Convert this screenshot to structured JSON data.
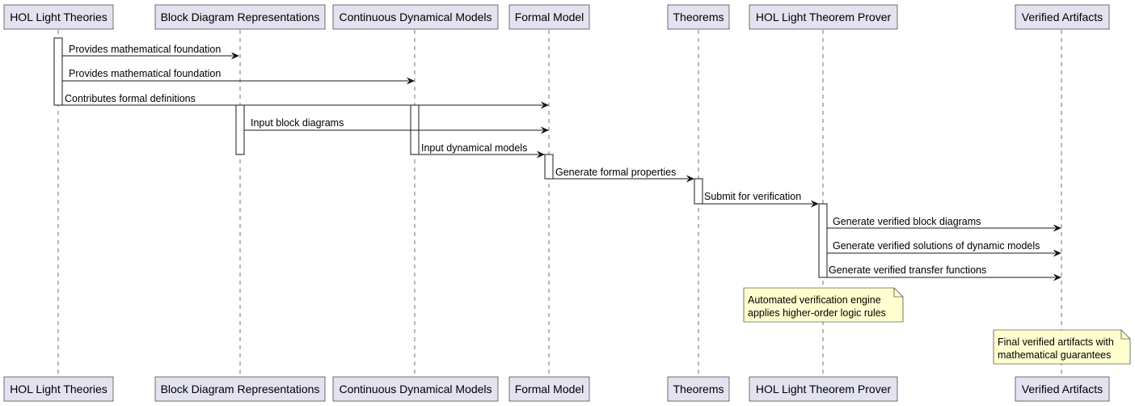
{
  "participants": [
    {
      "id": "hol-light-theories",
      "label": "HOL Light Theories"
    },
    {
      "id": "block-diagram-representations",
      "label": "Block Diagram Representations"
    },
    {
      "id": "continuous-dynamical-models",
      "label": "Continuous Dynamical Models"
    },
    {
      "id": "formal-model",
      "label": "Formal Model"
    },
    {
      "id": "theorems",
      "label": "Theorems"
    },
    {
      "id": "hol-light-theorem-prover",
      "label": "HOL Light Theorem Prover"
    },
    {
      "id": "verified-artifacts",
      "label": "Verified Artifacts"
    }
  ],
  "messages": [
    {
      "from": 0,
      "to": 1,
      "label": "Provides mathematical foundation"
    },
    {
      "from": 0,
      "to": 2,
      "label": "Provides mathematical foundation"
    },
    {
      "from": 0,
      "to": 3,
      "label": "Contributes formal definitions"
    },
    {
      "from": 1,
      "to": 3,
      "label": "Input block diagrams"
    },
    {
      "from": 2,
      "to": 3,
      "label": "Input dynamical models"
    },
    {
      "from": 3,
      "to": 4,
      "label": "Generate formal properties"
    },
    {
      "from": 4,
      "to": 5,
      "label": "Submit for verification"
    },
    {
      "from": 5,
      "to": 6,
      "label": "Generate verified block diagrams"
    },
    {
      "from": 5,
      "to": 6,
      "label": "Generate verified solutions of dynamic models"
    },
    {
      "from": 5,
      "to": 6,
      "label": "Generate verified transfer functions"
    }
  ],
  "notes": [
    {
      "over": 5,
      "lines": [
        "Automated verification engine",
        "applies higher-order logic rules"
      ]
    },
    {
      "over": 6,
      "lines": [
        "Final verified artifacts with",
        "mathematical guarantees"
      ]
    }
  ]
}
